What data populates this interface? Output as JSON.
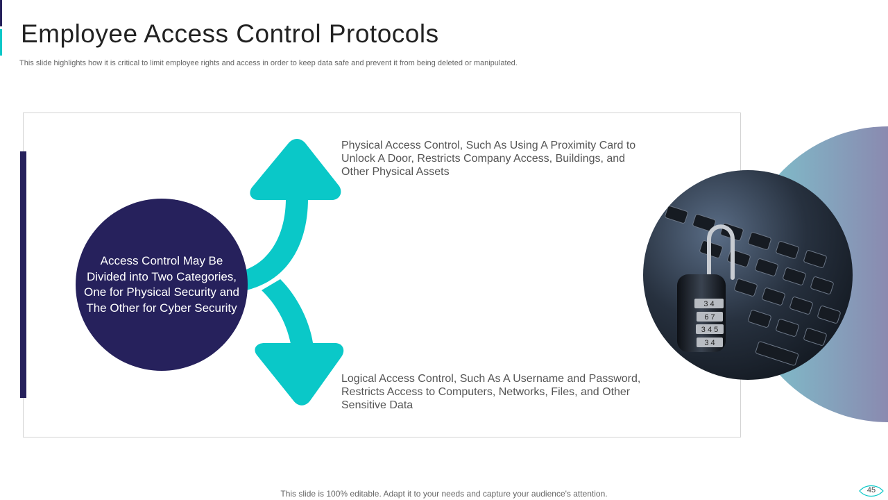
{
  "slide": {
    "title": "Employee Access Control Protocols",
    "subtitle": "This slide highlights how it is critical to limit employee rights and access in order to keep data safe and prevent it from being deleted or manipulated.",
    "center_text": "Access Control May Be Divided into Two Categories, One for Physical Security and The Other for Cyber Security",
    "items": [
      {
        "text": "Physical Access Control, Such As Using A Proximity Card to Unlock A Door, Restricts Company Access, Buildings, and Other Physical Assets"
      },
      {
        "text": "Logical Access Control, Such As A Username and Password, Restricts Access to Computers, Networks, Files, and Other Sensitive Data"
      }
    ],
    "image": {
      "subject": "padlock-on-laptop-keyboard",
      "combination_rows": [
        "3 4",
        "6 7",
        "3 4 5",
        "3 4"
      ]
    },
    "footer": "This slide is 100% editable. Adapt it to your needs and capture your audience's attention.",
    "page_number": "45"
  },
  "colors": {
    "navy": "#26215c",
    "teal": "#0ac8c8",
    "gradient_start": "#7cc8cf",
    "gradient_end": "#8a8ab0"
  },
  "icons": {
    "arrow_up": "curved-arrow-up-icon",
    "arrow_down": "curved-arrow-down-icon",
    "padlock": "padlock-icon"
  }
}
